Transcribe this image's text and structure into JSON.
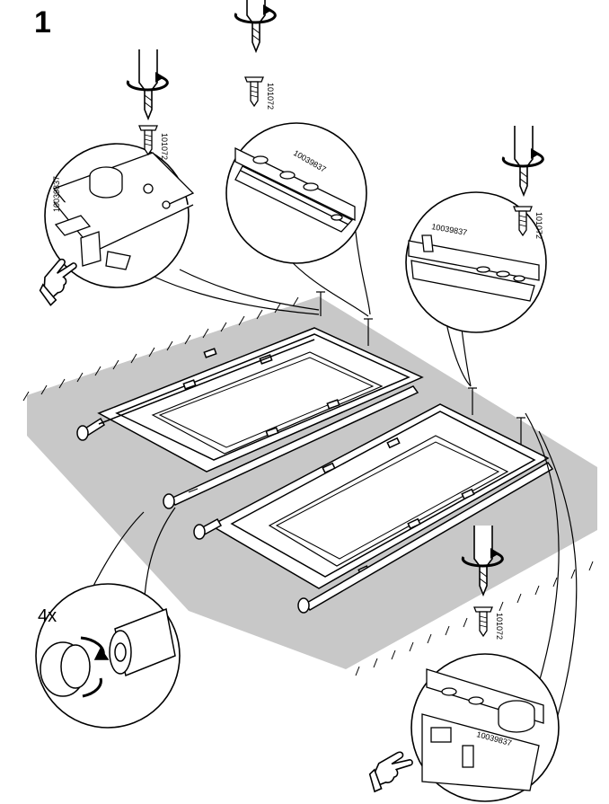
{
  "step_number": "1",
  "frame_part_number": "10039837",
  "screw_part_number": "101072",
  "quantity_label": "4x",
  "colors": {
    "line": "#000000",
    "floor": "#c8c8c8",
    "background": "#ffffff"
  },
  "icons": [
    "screwdriver-icon",
    "screw-icon",
    "pointing-hand-icon",
    "rotation-arrow-icon",
    "end-cap-icon"
  ]
}
